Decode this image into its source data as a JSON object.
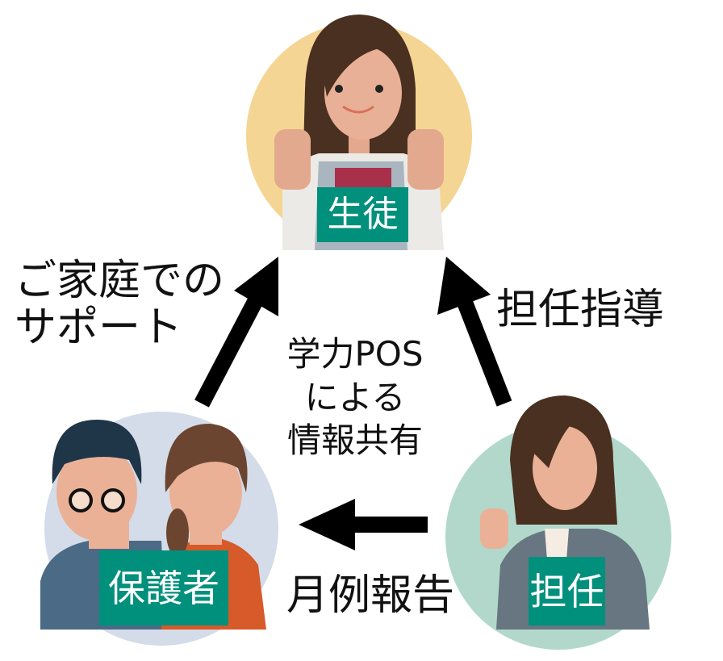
{
  "nodes": {
    "student": {
      "label": "生徒",
      "circle_color": "#f5d593"
    },
    "parents": {
      "label": "保護者",
      "circle_color": "#d3dce8"
    },
    "teacher": {
      "label": "担任",
      "circle_color": "#b2d8cc"
    }
  },
  "edges": {
    "home_support": {
      "line1": "ご家庭での",
      "line2": "サポート"
    },
    "teacher_guidance": {
      "label": "担任指導"
    },
    "monthly_report": {
      "label": "月例報告"
    }
  },
  "center": {
    "line1": "学力POS",
    "line2": "による",
    "line3": "情報共有"
  },
  "colors": {
    "label_bg": "#00907c",
    "arrow": "#000000"
  }
}
